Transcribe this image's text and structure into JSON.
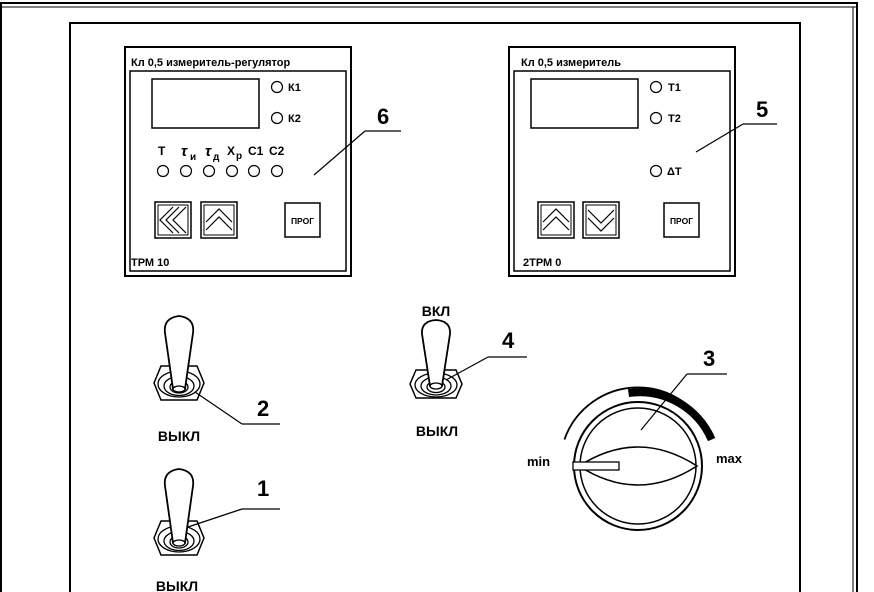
{
  "device_trm10": {
    "header": "Кл 0,5 измеритель-регулятор",
    "model": "ТРМ 10",
    "leds_right": [
      "К1",
      "К2"
    ],
    "params": {
      "t": "Т",
      "tau": "τ",
      "tau_i_sub": "и",
      "tau_d_sub": "д",
      "x": "X",
      "x_sub": "р",
      "c1": "С1",
      "c2": "С2"
    },
    "prog_button": "ПРОГ",
    "callout": "6"
  },
  "device_2trm0": {
    "header": "Кл 0,5 измеритель",
    "model": "2ТРМ 0",
    "leds": [
      "Т1",
      "Т2",
      "ΔТ"
    ],
    "prog_button": "ПРОГ",
    "callout": "5"
  },
  "toggle_2": {
    "callout": "2",
    "label_off": "ВЫКЛ"
  },
  "toggle_1": {
    "callout": "1",
    "label_off": "ВЫКЛ"
  },
  "toggle_4": {
    "callout": "4",
    "label_on": "ВКЛ",
    "label_off": "ВЫКЛ"
  },
  "knob_3": {
    "callout": "3",
    "min_label": "min",
    "max_label": "max"
  }
}
